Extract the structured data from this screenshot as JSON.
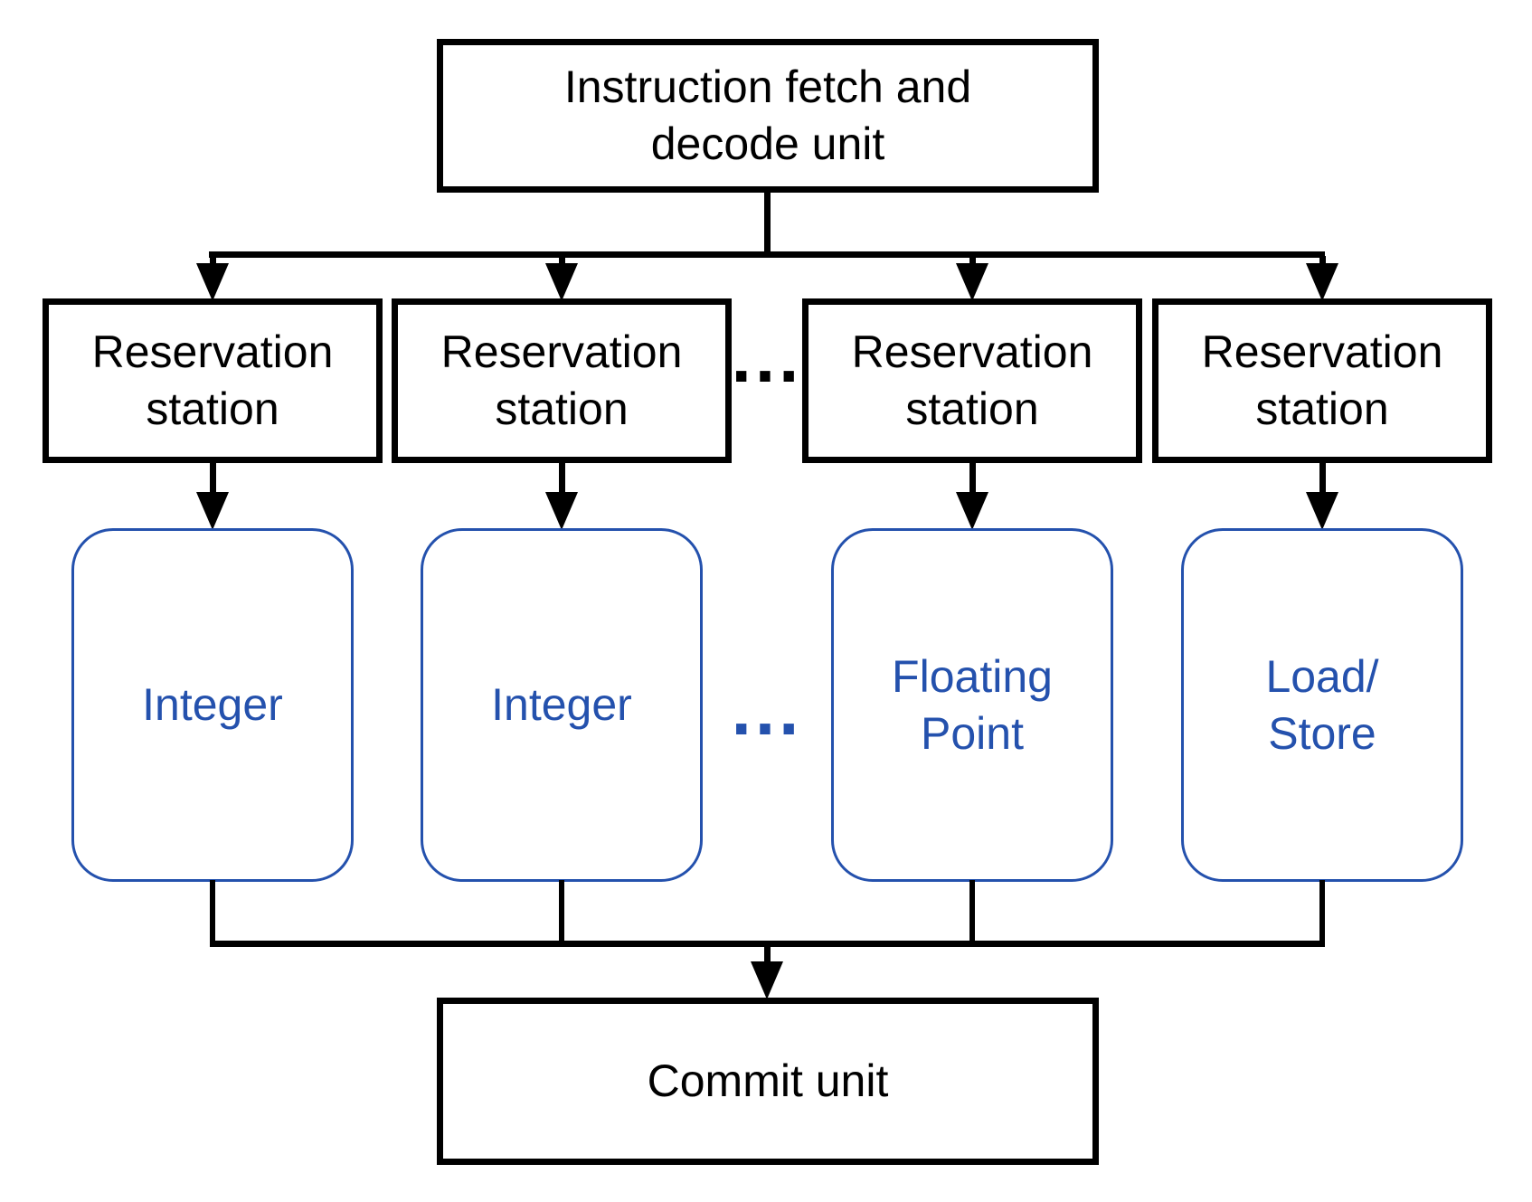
{
  "diagram": {
    "title_box": {
      "label": "Instruction fetch and\ndecode unit"
    },
    "reservation_stations": [
      {
        "label": "Reservation\nstation"
      },
      {
        "label": "Reservation\nstation"
      },
      {
        "label": "Reservation\nstation"
      },
      {
        "label": "Reservation\nstation"
      }
    ],
    "ellipsis_stations": "...",
    "functional_units": [
      {
        "label": "Integer"
      },
      {
        "label": "Integer"
      },
      {
        "label": "Floating\nPoint"
      },
      {
        "label": "Load/\nStore"
      }
    ],
    "ellipsis_units": "...",
    "commit_box": {
      "label": "Commit unit"
    }
  },
  "colors": {
    "line": "#000000",
    "unit_accent": "#2451ad",
    "background": "#ffffff"
  }
}
